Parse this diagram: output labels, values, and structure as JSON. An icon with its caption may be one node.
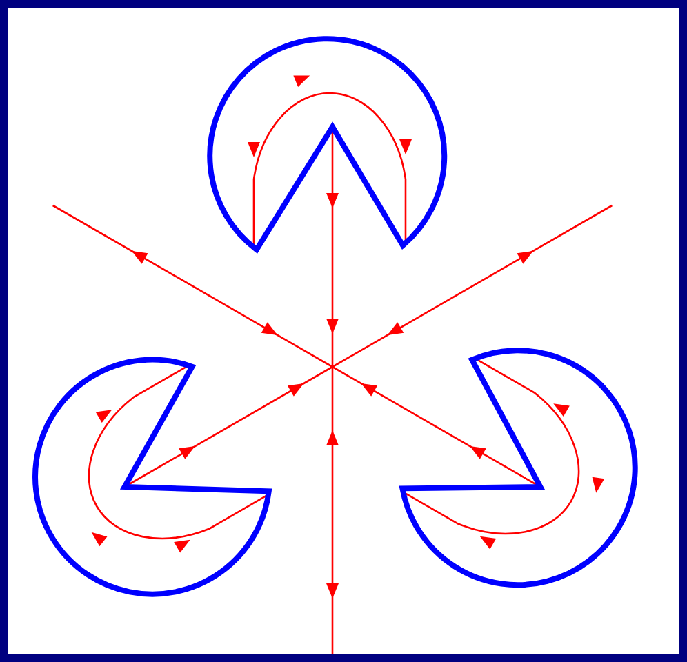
{
  "diagram": {
    "nodes": [
      {
        "text": [],
        "shape": "circle"
      },
      {
        "text": [],
        "shape": "circle"
      },
      {
        "text": [],
        "shape": "circle"
      }
    ]
  }
}
